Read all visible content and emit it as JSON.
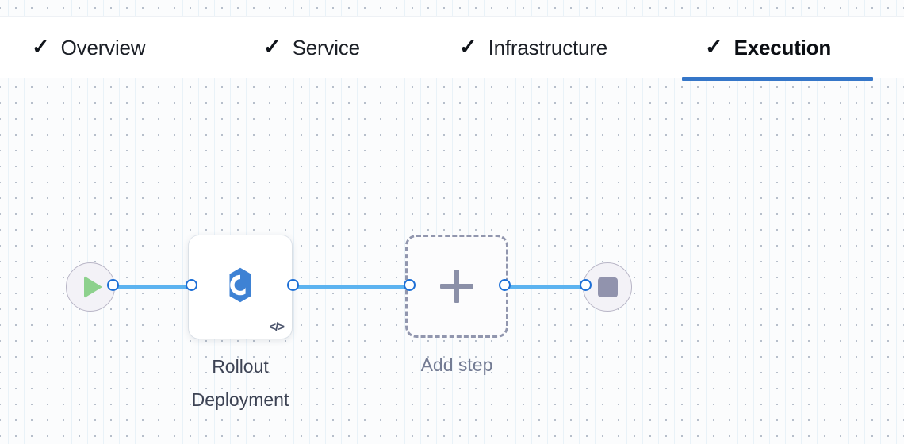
{
  "tabs": [
    {
      "label": "Overview",
      "icon": "check-icon",
      "checked": true,
      "active": false
    },
    {
      "label": "Service",
      "icon": "check-icon",
      "checked": true,
      "active": false
    },
    {
      "label": "Infrastructure",
      "icon": "check-icon",
      "checked": true,
      "active": false
    },
    {
      "label": "Execution",
      "icon": "check-icon",
      "checked": true,
      "active": true
    }
  ],
  "tab_check_glyph": "✓",
  "canvas": {
    "start_node": {
      "icon": "play-icon",
      "name": "start"
    },
    "end_node": {
      "icon": "stop-icon",
      "name": "end"
    },
    "step_node": {
      "label_line1": "Rollout",
      "label_line2": "Deployment",
      "icon": "rollout-deployment-icon",
      "badge": "</>",
      "badge_icon": "code-icon"
    },
    "add_step_node": {
      "label": "Add step",
      "icon": "plus-icon"
    }
  },
  "colors": {
    "accent": "#3576c8",
    "edge": "#5cb3f0",
    "handle_border": "#1d6fd6",
    "step_icon": "#3e82d4",
    "play": "#8dd18d",
    "stop": "#9193ad",
    "dashed_border": "#9196ae"
  }
}
